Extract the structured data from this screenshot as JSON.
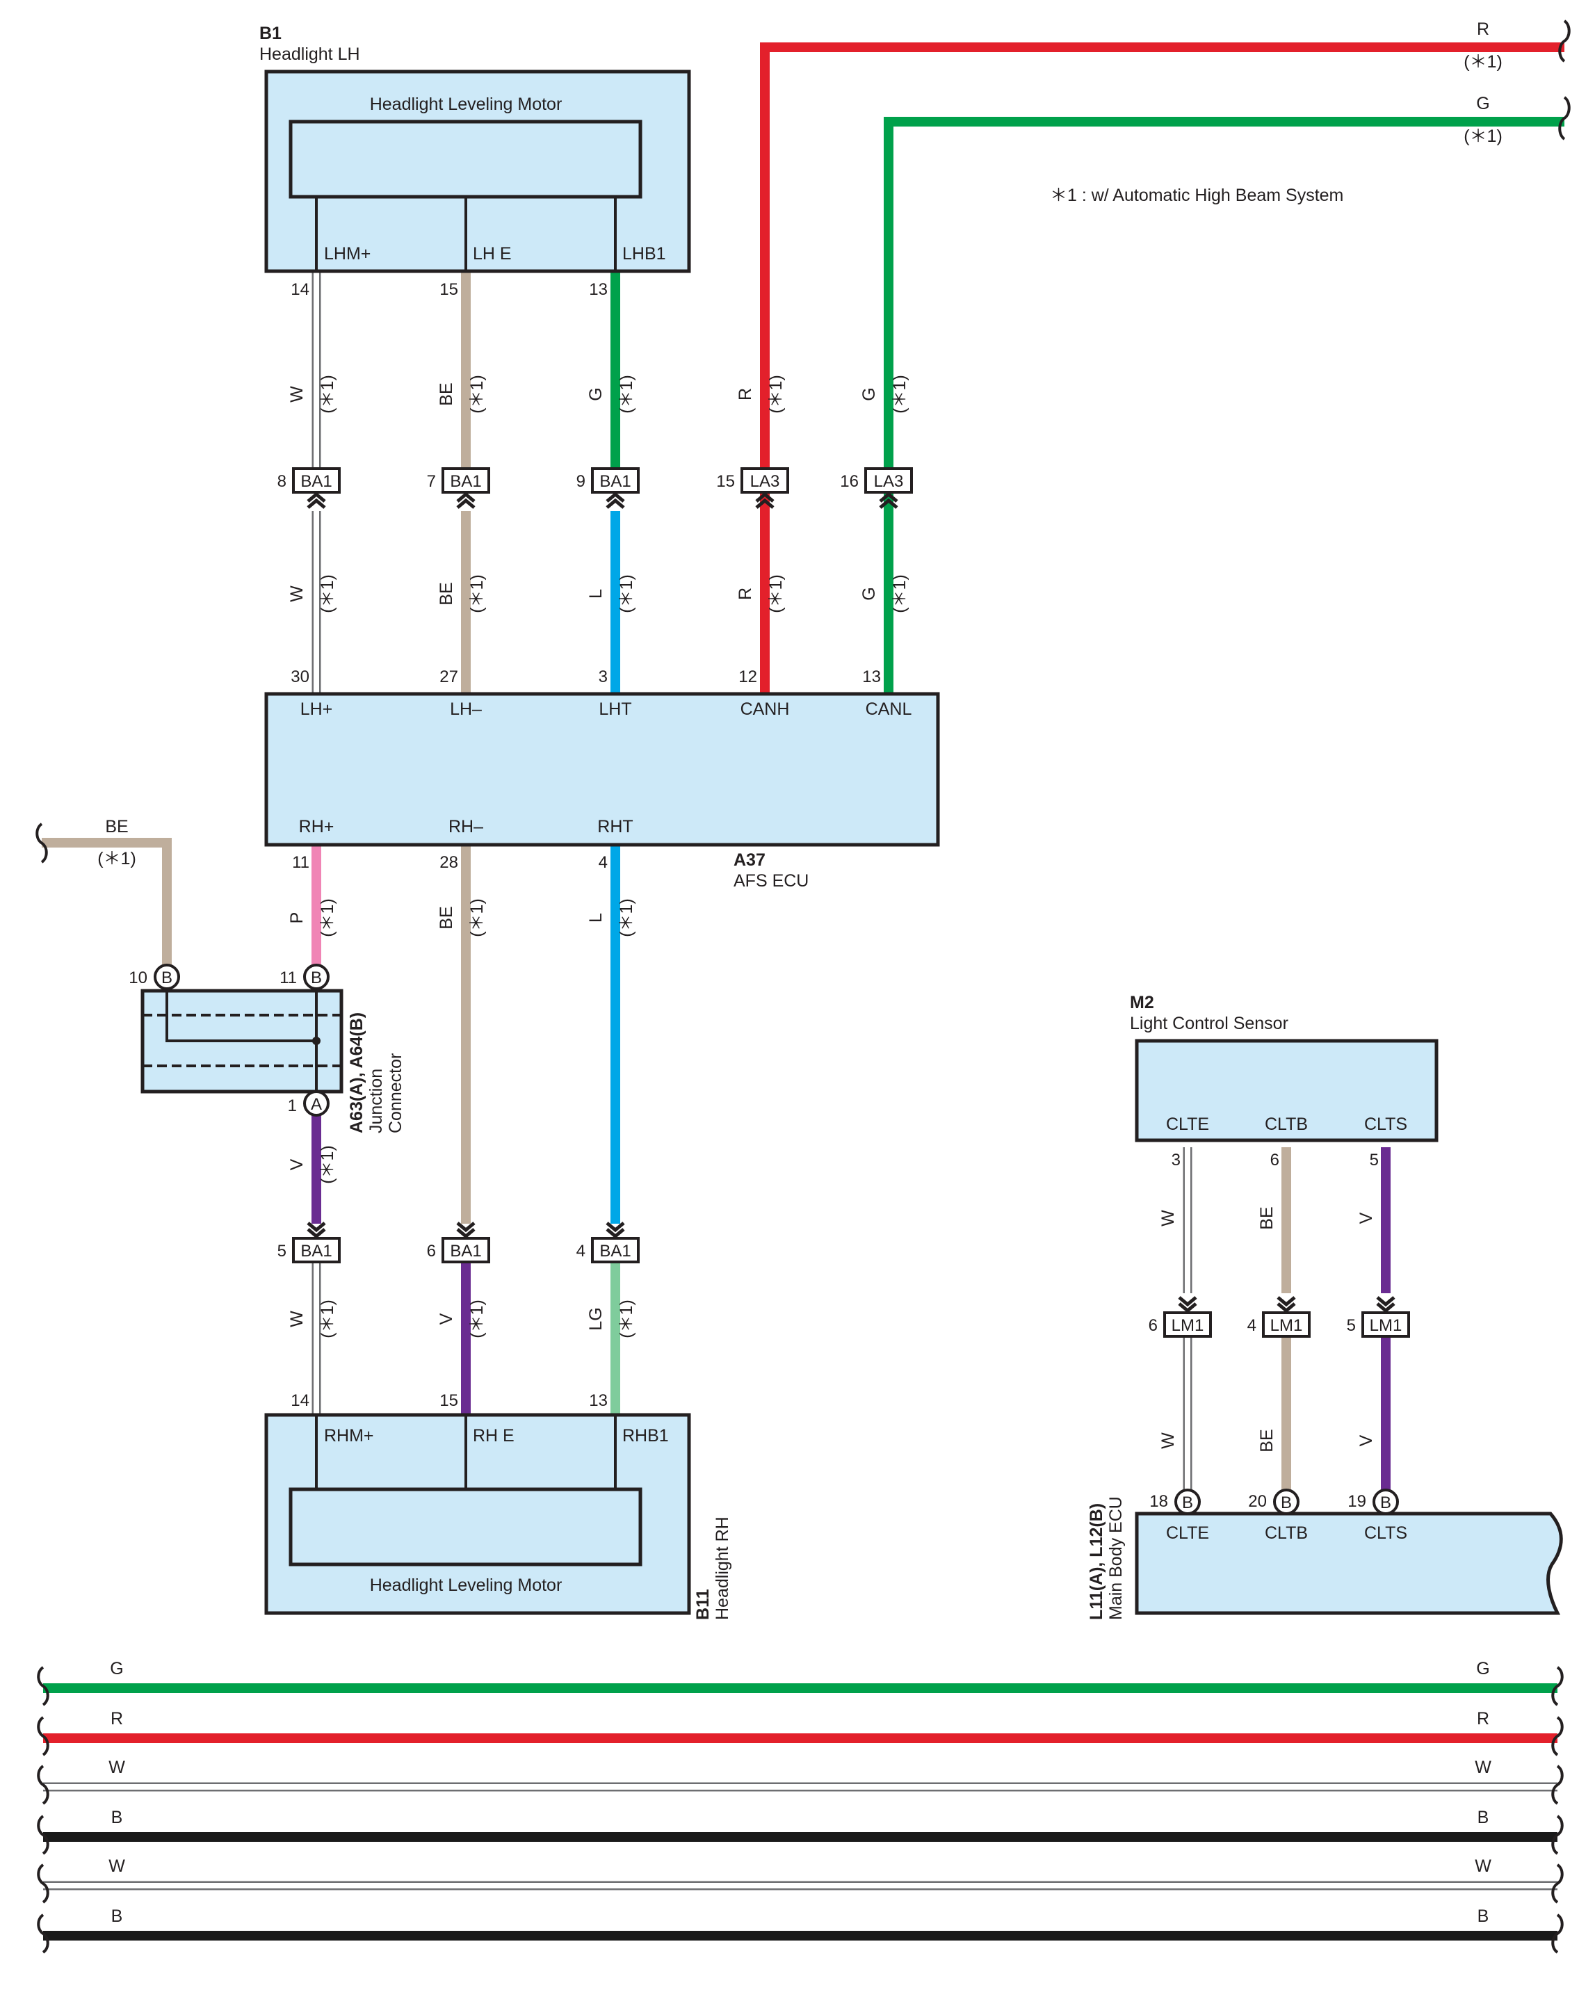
{
  "colors": {
    "box_fill": "#cde9f8",
    "R": "#e3202b",
    "G": "#00a14b",
    "L": "#00a7e7",
    "BE": "#bfae9c",
    "P": "#f085b5",
    "V": "#6a2c91",
    "LG": "#7fcc9c",
    "W": "#ffffff",
    "B": "#1a1a1a",
    "outline": "#231f20"
  },
  "note": "＊1 : w/ Automatic High Beam System",
  "star_note": "(＊1)",
  "top_wires": [
    {
      "id": "r",
      "color": "R",
      "label": "R"
    },
    {
      "id": "g",
      "color": "G",
      "label": "G"
    }
  ],
  "components": {
    "b1": {
      "code": "B1",
      "name": "Headlight LH",
      "motor": "Headlight Leveling Motor",
      "terms": [
        "LHM+",
        "LH E",
        "LHB1"
      ],
      "pins": [
        "14",
        "15",
        "13"
      ]
    },
    "a37": {
      "code": "A37",
      "name": "AFS ECU",
      "top_terms": [
        "LH+",
        "LH–",
        "LHT",
        "CANH",
        "CANL"
      ],
      "top_pins": [
        "30",
        "27",
        "3",
        "12",
        "13"
      ],
      "bot_terms": [
        "RH+",
        "RH–",
        "RHT"
      ],
      "bot_pins": [
        "11",
        "28",
        "4"
      ]
    },
    "junction": {
      "code": "A63(A), A64(B)",
      "name1": "Junction",
      "name2": "Connector",
      "pins": [
        "10",
        "11",
        "1"
      ],
      "letters": [
        "B",
        "B",
        "A"
      ]
    },
    "b11": {
      "code": "B11",
      "name": "Headlight RH",
      "motor": "Headlight Leveling Motor",
      "terms": [
        "RHM+",
        "RH E",
        "RHB1"
      ],
      "pins": [
        "14",
        "15",
        "13"
      ]
    },
    "m2": {
      "code": "M2",
      "name": "Light Control Sensor",
      "terms": [
        "CLTE",
        "CLTB",
        "CLTS"
      ],
      "pins": [
        "3",
        "6",
        "5"
      ]
    },
    "l11": {
      "code": "L11(A), L12(B)",
      "name": "Main Body ECU",
      "terms": [
        "CLTE",
        "CLTB",
        "CLTS"
      ],
      "pins": [
        "18",
        "20",
        "19"
      ],
      "letters": [
        "B",
        "B",
        "B"
      ]
    }
  },
  "connectors": {
    "ba1_top": [
      {
        "pin": "8",
        "name": "BA1"
      },
      {
        "pin": "7",
        "name": "BA1"
      },
      {
        "pin": "9",
        "name": "BA1"
      },
      {
        "pin": "15",
        "name": "LA3"
      },
      {
        "pin": "16",
        "name": "LA3"
      }
    ],
    "ba1_bot": [
      {
        "pin": "5",
        "name": "BA1"
      },
      {
        "pin": "6",
        "name": "BA1"
      },
      {
        "pin": "4",
        "name": "BA1"
      }
    ],
    "lm1": [
      {
        "pin": "6",
        "name": "LM1"
      },
      {
        "pin": "4",
        "name": "LM1"
      },
      {
        "pin": "5",
        "name": "LM1"
      }
    ]
  },
  "wire_labels": {
    "seg_top": [
      "W",
      "BE",
      "G",
      "R",
      "G"
    ],
    "seg_mid": [
      "W",
      "BE",
      "L",
      "R",
      "G"
    ],
    "seg_junc": [
      "P",
      "BE",
      "L"
    ],
    "seg_v": "V",
    "seg_bot": [
      "W",
      "V",
      "LG"
    ],
    "m2_top": [
      "W",
      "BE",
      "V"
    ],
    "m2_bot": [
      "W",
      "BE",
      "V"
    ],
    "be_stub": "BE"
  },
  "bus_wires": [
    {
      "color": "G",
      "label": "G"
    },
    {
      "color": "R",
      "label": "R"
    },
    {
      "color": "W",
      "label": "W"
    },
    {
      "color": "B",
      "label": "B"
    },
    {
      "color": "W",
      "label": "W"
    },
    {
      "color": "B",
      "label": "B"
    }
  ]
}
